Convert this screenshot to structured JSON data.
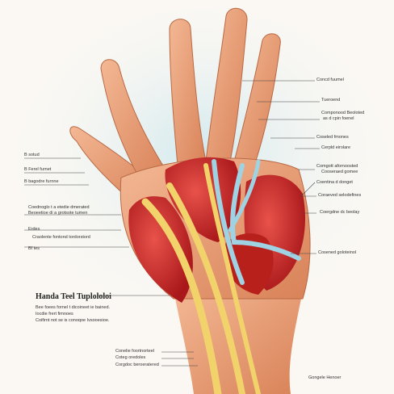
{
  "diagram": {
    "title": "Handa Teel Tuplololoi",
    "description_lines": [
      "Bee foees fornel t dicoineet ie bained.",
      "Iocdie frert fimnoes",
      "Coifirnt not se is conoqoe Ivsooesioe."
    ],
    "left_labels": [
      "B sotud",
      "B Ferel furnet",
      "B bagodre furnne",
      "Coednoglo t a etedie dmerated",
      "Beoeetioe di a grotsote tumen",
      "Erdes",
      "Craolente fontond tordorstord",
      "Bf tes"
    ],
    "right_labels": [
      "Concd fuumel",
      "Tueroend",
      "Componood Beoloted",
      "as d cpin foenel",
      "Coseled fmones",
      "Cerpld eirolare",
      "Comgott afornoosted",
      "Cooseraed gomee",
      "Coentina d donget",
      "Coraeved selodefines",
      "Coergdne dc beolay",
      "Cosened goloteinol"
    ],
    "bottom_labels": [
      "Conelie foortnorteel",
      "Coteg oredoles",
      "Corgdoc beroeratered"
    ],
    "corner_label": "Gongele Henoer",
    "colors": {
      "background": "#fbf8f3",
      "glow": "#cfe8ee",
      "skin": "#e9a27c",
      "muscle": "#cc2a22",
      "tendon_yellow": "#f2d26a",
      "tendon_blue": "#9fd2e3"
    }
  }
}
